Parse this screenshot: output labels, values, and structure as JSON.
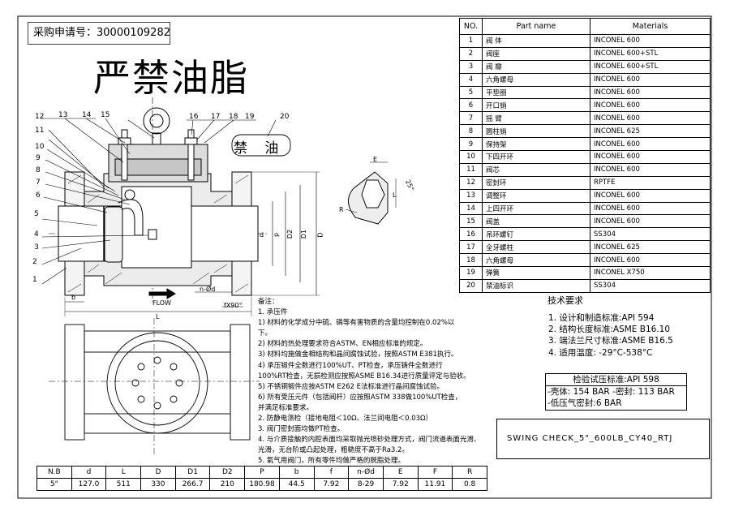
{
  "purchase_request": "采购申请号：30000109282",
  "title": "严禁油脂",
  "oil_prohibited_label": "禁 油",
  "callouts": [
    "1",
    "2",
    "3",
    "4",
    "5",
    "6",
    "7",
    "8",
    "9",
    "10",
    "11",
    "12",
    "13",
    "14",
    "15",
    "16",
    "17",
    "18",
    "19",
    "20"
  ],
  "dimension_labels": {
    "b": "b",
    "L": "L",
    "d": "d",
    "D2": "D2",
    "D1": "D1",
    "D": "D",
    "n_od": "n-Ød",
    "fx90": "fX90°",
    "flow": "FLOW",
    "detail_e": "E",
    "detail_angle": "25°",
    "detail_r": "R",
    "detail_l": "L"
  },
  "parts_table": {
    "headers": [
      "NO.",
      "Part name",
      "Materials"
    ],
    "rows": [
      [
        "1",
        "阀  体",
        "INCONEL 600"
      ],
      [
        "2",
        "阀座",
        "INCONEL 600+STL"
      ],
      [
        "3",
        "阀  瓣",
        "INCONEL 600+STL"
      ],
      [
        "4",
        "六角螺母",
        "INCONEL 600"
      ],
      [
        "5",
        "平垫圈",
        "INCONEL 600"
      ],
      [
        "6",
        "开口销",
        "INCONEL 600"
      ],
      [
        "7",
        "摇  臂",
        "INCONEL 600"
      ],
      [
        "8",
        "圆柱销",
        "INCONEL 625"
      ],
      [
        "9",
        "保持架",
        "INCONEL 600"
      ],
      [
        "10",
        "下四开环",
        "INCONEL 600"
      ],
      [
        "11",
        "阀芯",
        "INCONEL 600"
      ],
      [
        "12",
        "密封环",
        "RPTFE"
      ],
      [
        "13",
        "调整环",
        "INCONEL 600"
      ],
      [
        "14",
        "上四开环",
        "INCONEL 600"
      ],
      [
        "15",
        "阀盖",
        "INCONEL 600"
      ],
      [
        "16",
        "吊环螺钉",
        "SS304"
      ],
      [
        "17",
        "全牙螺柱",
        "INCONEL 625"
      ],
      [
        "18",
        "六角螺母",
        "INCONEL 600"
      ],
      [
        "19",
        "弹簧",
        "INCONEL X750"
      ],
      [
        "20",
        "禁油标识",
        "SS304"
      ]
    ]
  },
  "notes": [
    "备注：",
    "1. 承压件",
    "    1) 材料的化学成分中硫、磷等有害物质的含量均控制在0.02%以",
    "下。",
    "    2) 材料的热处理要求符合ASTM、EN相应标准的规定。",
    "    3) 材料均施做金相结构和晶间腐蚀试验，按照ASTM E381执行。",
    "    4) 承压锻件全数进行100%UT、PT检查，承压铸件全数进行",
    "100%RT检查，无损检测应按照ASME B16.34进行质量评定与验收。",
    "    5) 不锈钢锻件应按ASTM E262 E法标准进行晶间腐蚀试验。",
    "    6) 所有受压元件（包括阀杆）应按照ASTM 338做100%UT检查，",
    "并满足标准要求。",
    "2. 防静电测检（接地电阻＜10Ω、法兰间电阻＜0.03Ω）",
    "3. 阀门密封面均做PT检查。",
    "4. 与介质接触的内腔表面均采取抛光喷砂处理方式，阀门流道表面光滑、",
    "光滑，无台阶或凸起处理，粗糙度不高于Ra3.2。",
    "5. 氧气用阀门，所有零件均做严格的脱脂处理。"
  ],
  "tech_requirements": {
    "title": "技术要求",
    "items": [
      "1. 设计和制造标准:API 594",
      "2. 结构长度标准:ASME B16.10",
      "3. 端法兰尺寸标准:ASME B16.5",
      "4. 适用温度: -29°C-538°C"
    ]
  },
  "pressure_test": {
    "title": "检验试压标准:API 598",
    "lines": [
      "-壳体: 154 BAR  -密封: 113 BAR",
      "-低压气密封:6 BAR"
    ]
  },
  "model": "SWING CHECK_5\"_600LB_CY40_RTJ",
  "spec_table": {
    "headers": [
      "N.B",
      "d",
      "L",
      "D",
      "D1",
      "D2",
      "P",
      "b",
      "f",
      "n-Ød",
      "E",
      "F",
      "R"
    ],
    "values": [
      "5\"",
      "127.0",
      "511",
      "330",
      "266.7",
      "210",
      "180.98",
      "44.5",
      "7.92",
      "8-29",
      "7.92",
      "11.91",
      "0.8"
    ]
  }
}
